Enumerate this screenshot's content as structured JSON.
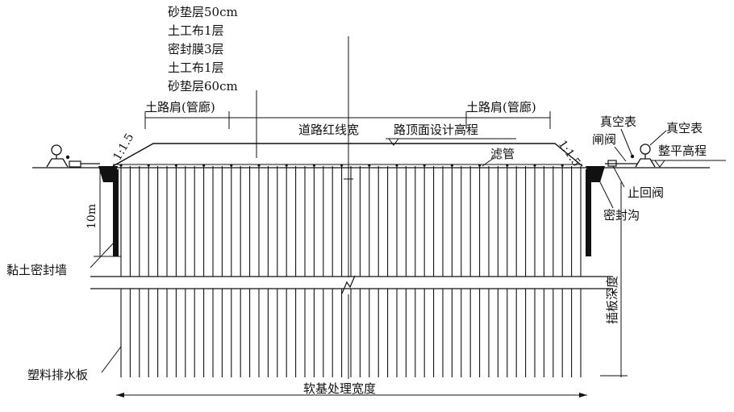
{
  "layers": [
    "砂垫层50cm",
    "土工布1层",
    "密封膜3层",
    "土工布1层",
    "砂垫层60cm"
  ],
  "labels": {
    "shoulder_left": "土路肩(管廊)",
    "shoulder_right": "土路肩(管廊)",
    "road_red_line_width": "道路红线宽",
    "pavement_design_elevation": "路顶面设计高程",
    "slope_left": "1:1.5",
    "slope_right": "1:1.5",
    "filter_pipe": "滤管",
    "vacuum_gauge_1": "真空表",
    "vacuum_gauge_2": "真空表",
    "gate_valve": "闸阀",
    "leveling_elevation": "整平高程",
    "check_valve": "止回阀",
    "sealing_trench": "密封沟",
    "depth_10m": "10m",
    "clay_sealing_wall": "黏土密封墙",
    "board_insertion_depth": "插板深度",
    "plastic_drain_board": "塑料排水板",
    "soft_foundation_width": "软基处理宽度"
  },
  "colors": {
    "ink": "#111111",
    "background": "#ffffff"
  }
}
